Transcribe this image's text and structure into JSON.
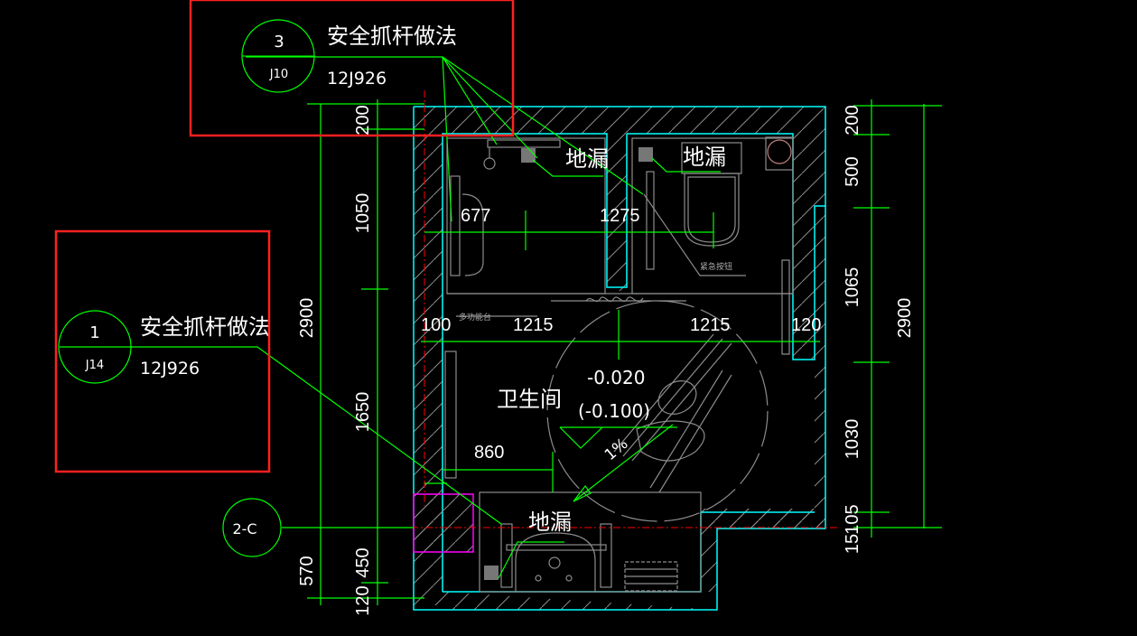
{
  "drawing": {
    "room_label": "卫生间",
    "elevation": "-0.020",
    "elevation_sub": "(-0.100)",
    "slope": "1%",
    "callouts": [
      {
        "number": "3",
        "sheet": "J10",
        "title": "安全抓杆做法",
        "atlas": "12J926"
      },
      {
        "number": "1",
        "sheet": "J14",
        "title": "安全抓杆做法",
        "atlas": "12J926"
      }
    ],
    "axis_tag": "2-C",
    "floor_drain_labels": [
      "地漏",
      "地漏",
      "地漏"
    ],
    "small_labels": {
      "counter": "多功能台",
      "button": "紧急按钮"
    },
    "dims_horizontal": {
      "upper": [
        "677",
        "1275"
      ],
      "middle": [
        "100",
        "1215",
        "1215",
        "120"
      ],
      "lower": [
        "860"
      ]
    },
    "dims_left_outer": "2900",
    "dims_left_outer_bottom": "570",
    "dims_left_inner": [
      "200",
      "1050",
      "1650",
      "450",
      "120"
    ],
    "dims_right_inner": [
      "200",
      "500",
      "1065",
      "1030",
      "105",
      "15"
    ],
    "dims_right_outer": "2900",
    "colors": {
      "background": "#000000",
      "dimension": "#00ff00",
      "wall_outline": "#00ffff",
      "fixture": "#8c8c8c",
      "highlight": "#ff2020",
      "axis": "#ff0000",
      "column": "#ff00ff",
      "text": "#ffffff"
    }
  }
}
